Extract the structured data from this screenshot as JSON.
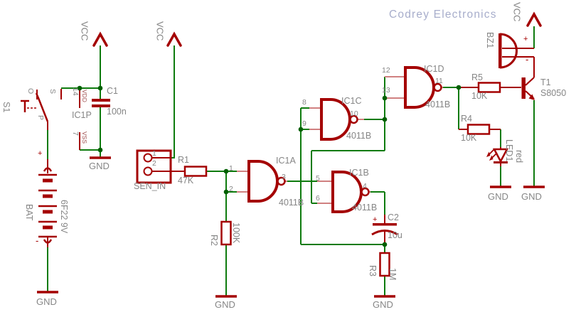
{
  "watermark": {
    "text": "Codrey Electronics"
  },
  "power": {
    "vcc": "VCC",
    "gnd": "GND"
  },
  "switch": {
    "ref": "S1",
    "open": "O",
    "close": "S",
    "pole": "P"
  },
  "battery": {
    "ref": "BAT",
    "value": "6F22 9V",
    "plus": "+",
    "minus": "-"
  },
  "power_ic": {
    "ref": "IC1P",
    "vdd_pin": "14",
    "vdd": "VDD",
    "vss_pin": "7",
    "vss": "VSS"
  },
  "c1": {
    "ref": "C1",
    "value": "100n"
  },
  "connector": {
    "ref": "SEN_IN",
    "pin1": "1",
    "pin2": "2"
  },
  "r1": {
    "ref": "R1",
    "value": "47K"
  },
  "r2": {
    "ref": "R2",
    "value": "100K"
  },
  "r3": {
    "ref": "R3",
    "value": "1M"
  },
  "r4": {
    "ref": "R4",
    "value": "10K"
  },
  "r5": {
    "ref": "R5",
    "value": "10K"
  },
  "gate_a": {
    "ref": "IC1A",
    "value": "4011B",
    "in1": "1",
    "in2": "2",
    "out": "3"
  },
  "gate_b": {
    "ref": "IC1B",
    "value": "4011B",
    "in1": "5",
    "in2": "6",
    "out": "4"
  },
  "gate_c": {
    "ref": "IC1C",
    "value": "4011B",
    "in1": "8",
    "in2": "9",
    "out": "10"
  },
  "gate_d": {
    "ref": "IC1D",
    "value": "4011B",
    "in1": "12",
    "in2": "13",
    "out": "11"
  },
  "c2": {
    "ref": "C2",
    "value": "10u",
    "plus": "+"
  },
  "transistor": {
    "ref": "T1",
    "value": "S8050"
  },
  "buzzer": {
    "ref": "BZ1",
    "plus": "+",
    "minus": "-"
  },
  "led": {
    "ref": "LED1",
    "value": "red"
  },
  "colors": {
    "wire": "#0e7b0e",
    "component": "#a40000",
    "pin_stub": "#d08080",
    "label": "#868686",
    "junction": "#005f00",
    "watermark": "#a7adcb"
  }
}
